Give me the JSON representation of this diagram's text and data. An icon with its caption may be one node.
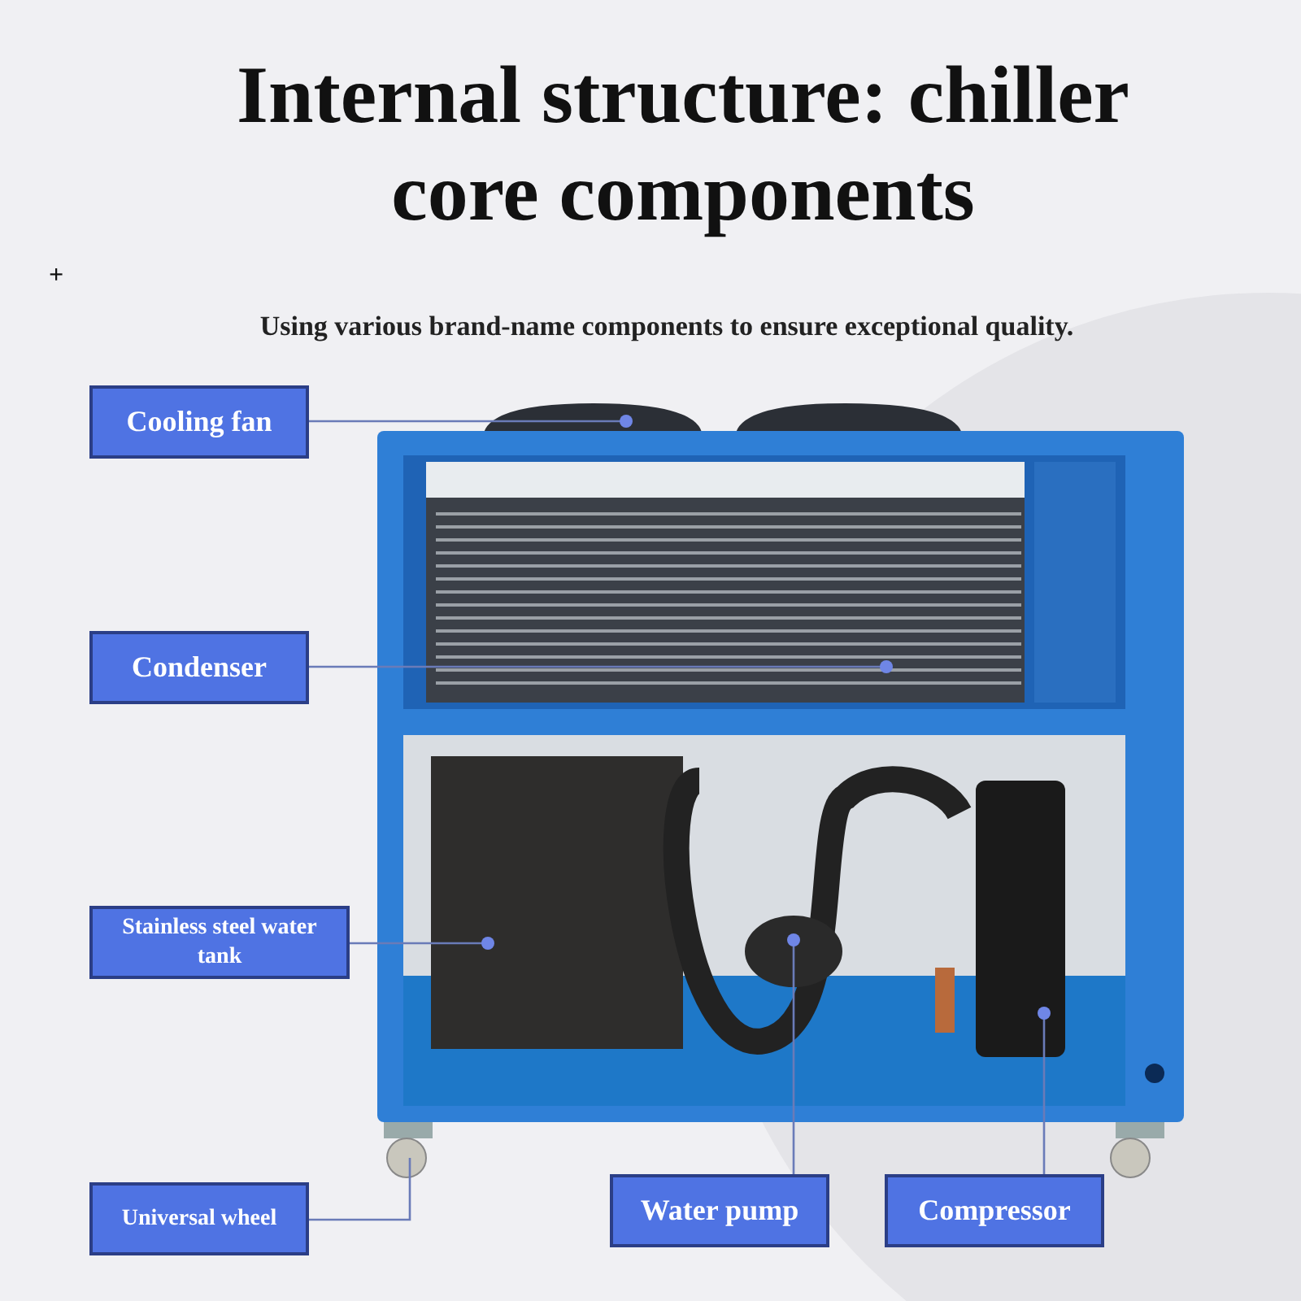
{
  "diagram": {
    "title": "Internal structure: chiller core components",
    "nodes": [
      {
        "text": [
          "Cooling fan"
        ]
      },
      {
        "text": [
          "Condenser"
        ]
      },
      {
        "text": [
          "Stainless steel water tank"
        ]
      },
      {
        "text": [
          "Universal wheel"
        ]
      },
      {
        "text": [
          "Water pump"
        ]
      },
      {
        "text": [
          "Compressor"
        ]
      }
    ],
    "edges": [
      {
        "from": 0,
        "to": null,
        "arrow": "other"
      },
      {
        "from": 1,
        "to": null,
        "arrow": "other"
      },
      {
        "from": 2,
        "to": null,
        "arrow": "other"
      },
      {
        "from": 3,
        "to": null,
        "arrow": "none"
      },
      {
        "from": 4,
        "to": null,
        "arrow": "other"
      },
      {
        "from": 5,
        "to": null,
        "arrow": "other"
      }
    ],
    "labels": [
      "+",
      "Using various brand-name components to ensure exceptional quality."
    ]
  }
}
